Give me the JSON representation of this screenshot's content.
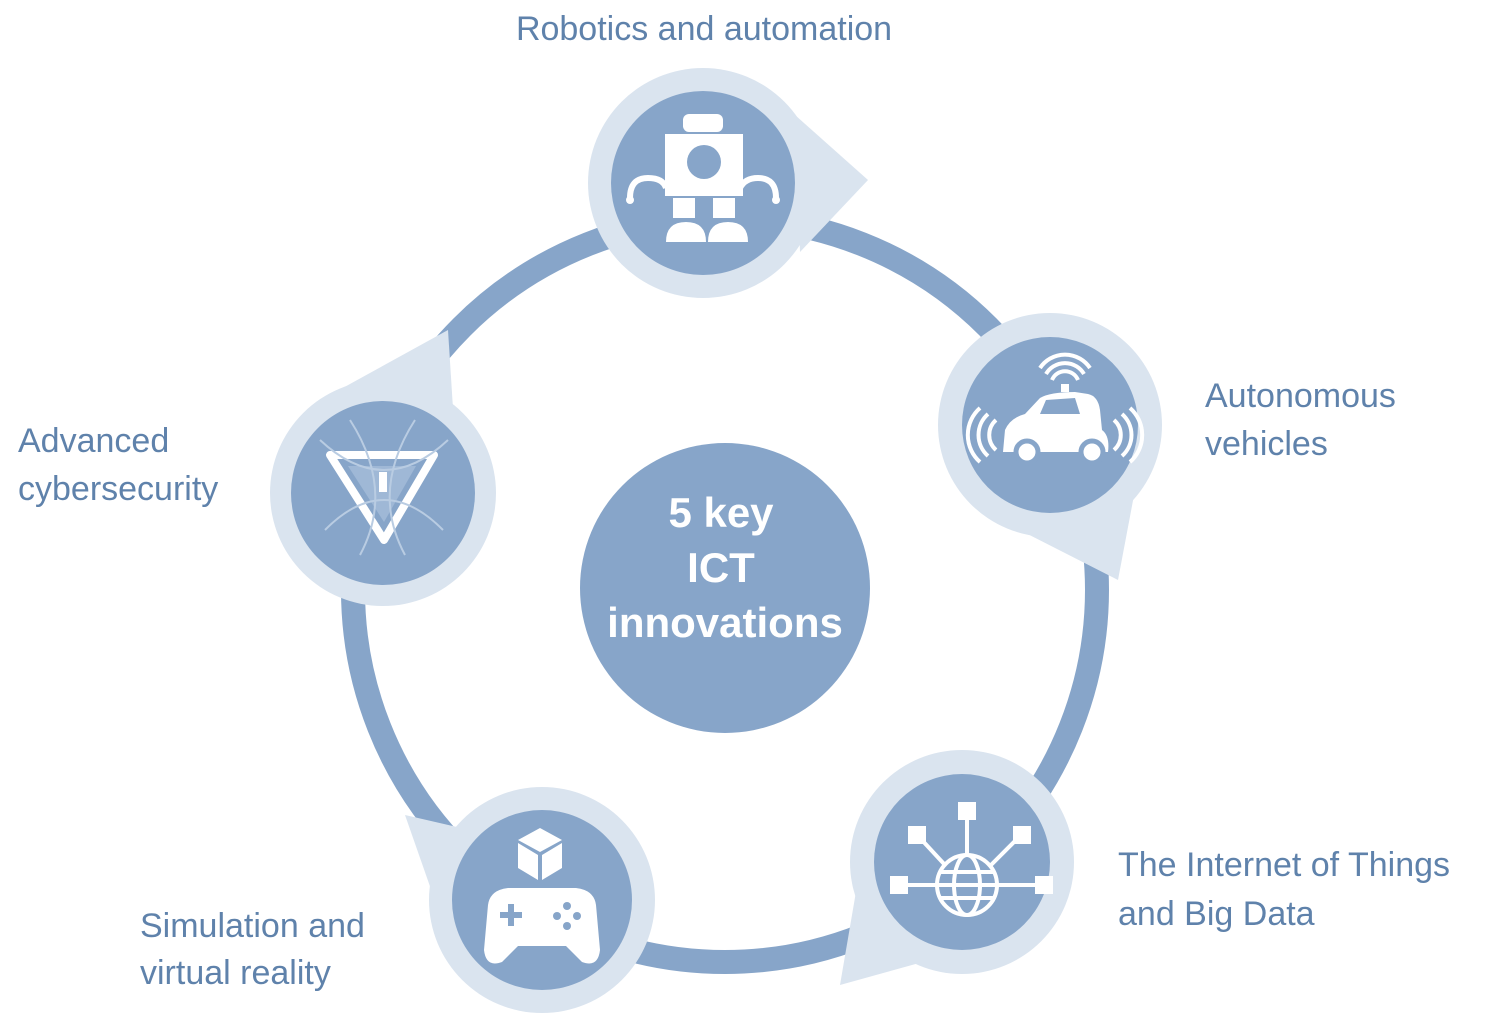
{
  "center": {
    "line1": "5 key",
    "line2": "ICT",
    "line3": "innovations"
  },
  "nodes": {
    "robotics": {
      "label": "Robotics and automation",
      "icon": "robot-icon"
    },
    "vehicles": {
      "label_line1": "Autonomous",
      "label_line2": "vehicles",
      "icon": "car-icon"
    },
    "iot": {
      "label_line1": "The Internet of Things",
      "label_line2": "and Big Data",
      "icon": "network-globe-icon"
    },
    "simulation": {
      "label_line1": "Simulation and",
      "label_line2": "virtual reality",
      "icon": "gamepad-icon"
    },
    "cybersecurity": {
      "label_line1": "Advanced",
      "label_line2": "cybersecurity",
      "icon": "shield-icon"
    }
  },
  "colors": {
    "ring": "#87a5c9",
    "node": "#87a5c9",
    "halo": "#dae4ef",
    "text": "#5f82ab",
    "icon": "#ffffff"
  }
}
